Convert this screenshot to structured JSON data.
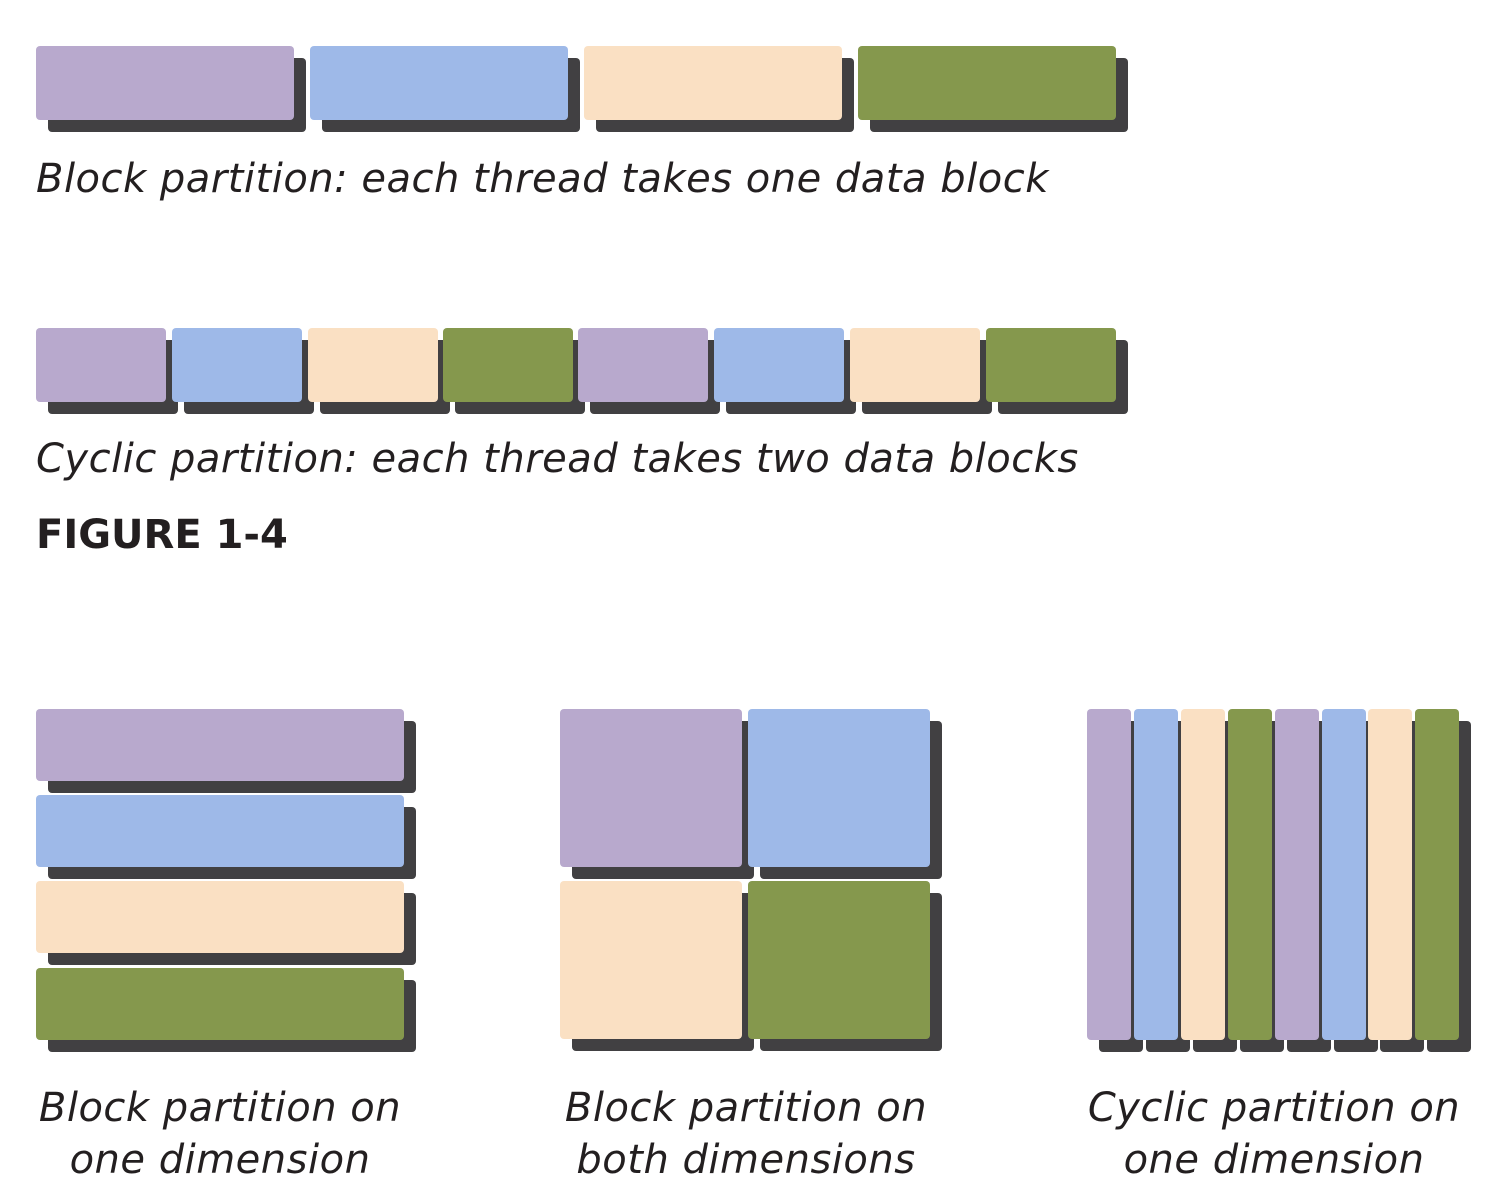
{
  "colors": {
    "thread_1": "#b8a9cd",
    "thread_2": "#9eb9e8",
    "thread_3": "#fae0c3",
    "thread_4": "#85984d",
    "shadow": "#414042"
  },
  "figure_label": "FIGURE 1-4",
  "panels": [
    {
      "id": "block-1d-row",
      "caption": "Block partition: each thread takes one data block",
      "blocks": [
        "thread_1",
        "thread_2",
        "thread_3",
        "thread_4"
      ]
    },
    {
      "id": "cyclic-1d-row",
      "caption": "Cyclic partition: each thread takes two data blocks",
      "blocks": [
        "thread_1",
        "thread_2",
        "thread_3",
        "thread_4",
        "thread_1",
        "thread_2",
        "thread_3",
        "thread_4"
      ]
    },
    {
      "id": "block-one-dimension",
      "caption_line1": "Block partition on",
      "caption_line2": "one dimension",
      "blocks": [
        "thread_1",
        "thread_2",
        "thread_3",
        "thread_4"
      ]
    },
    {
      "id": "block-both-dimensions",
      "caption_line1": "Block partition on",
      "caption_line2": "both dimensions",
      "blocks": [
        "thread_1",
        "thread_2",
        "thread_3",
        "thread_4"
      ]
    },
    {
      "id": "cyclic-one-dimension",
      "caption_line1": "Cyclic partition on",
      "caption_line2": "one dimension",
      "blocks": [
        "thread_1",
        "thread_2",
        "thread_3",
        "thread_4",
        "thread_1",
        "thread_2",
        "thread_3",
        "thread_4"
      ]
    }
  ]
}
